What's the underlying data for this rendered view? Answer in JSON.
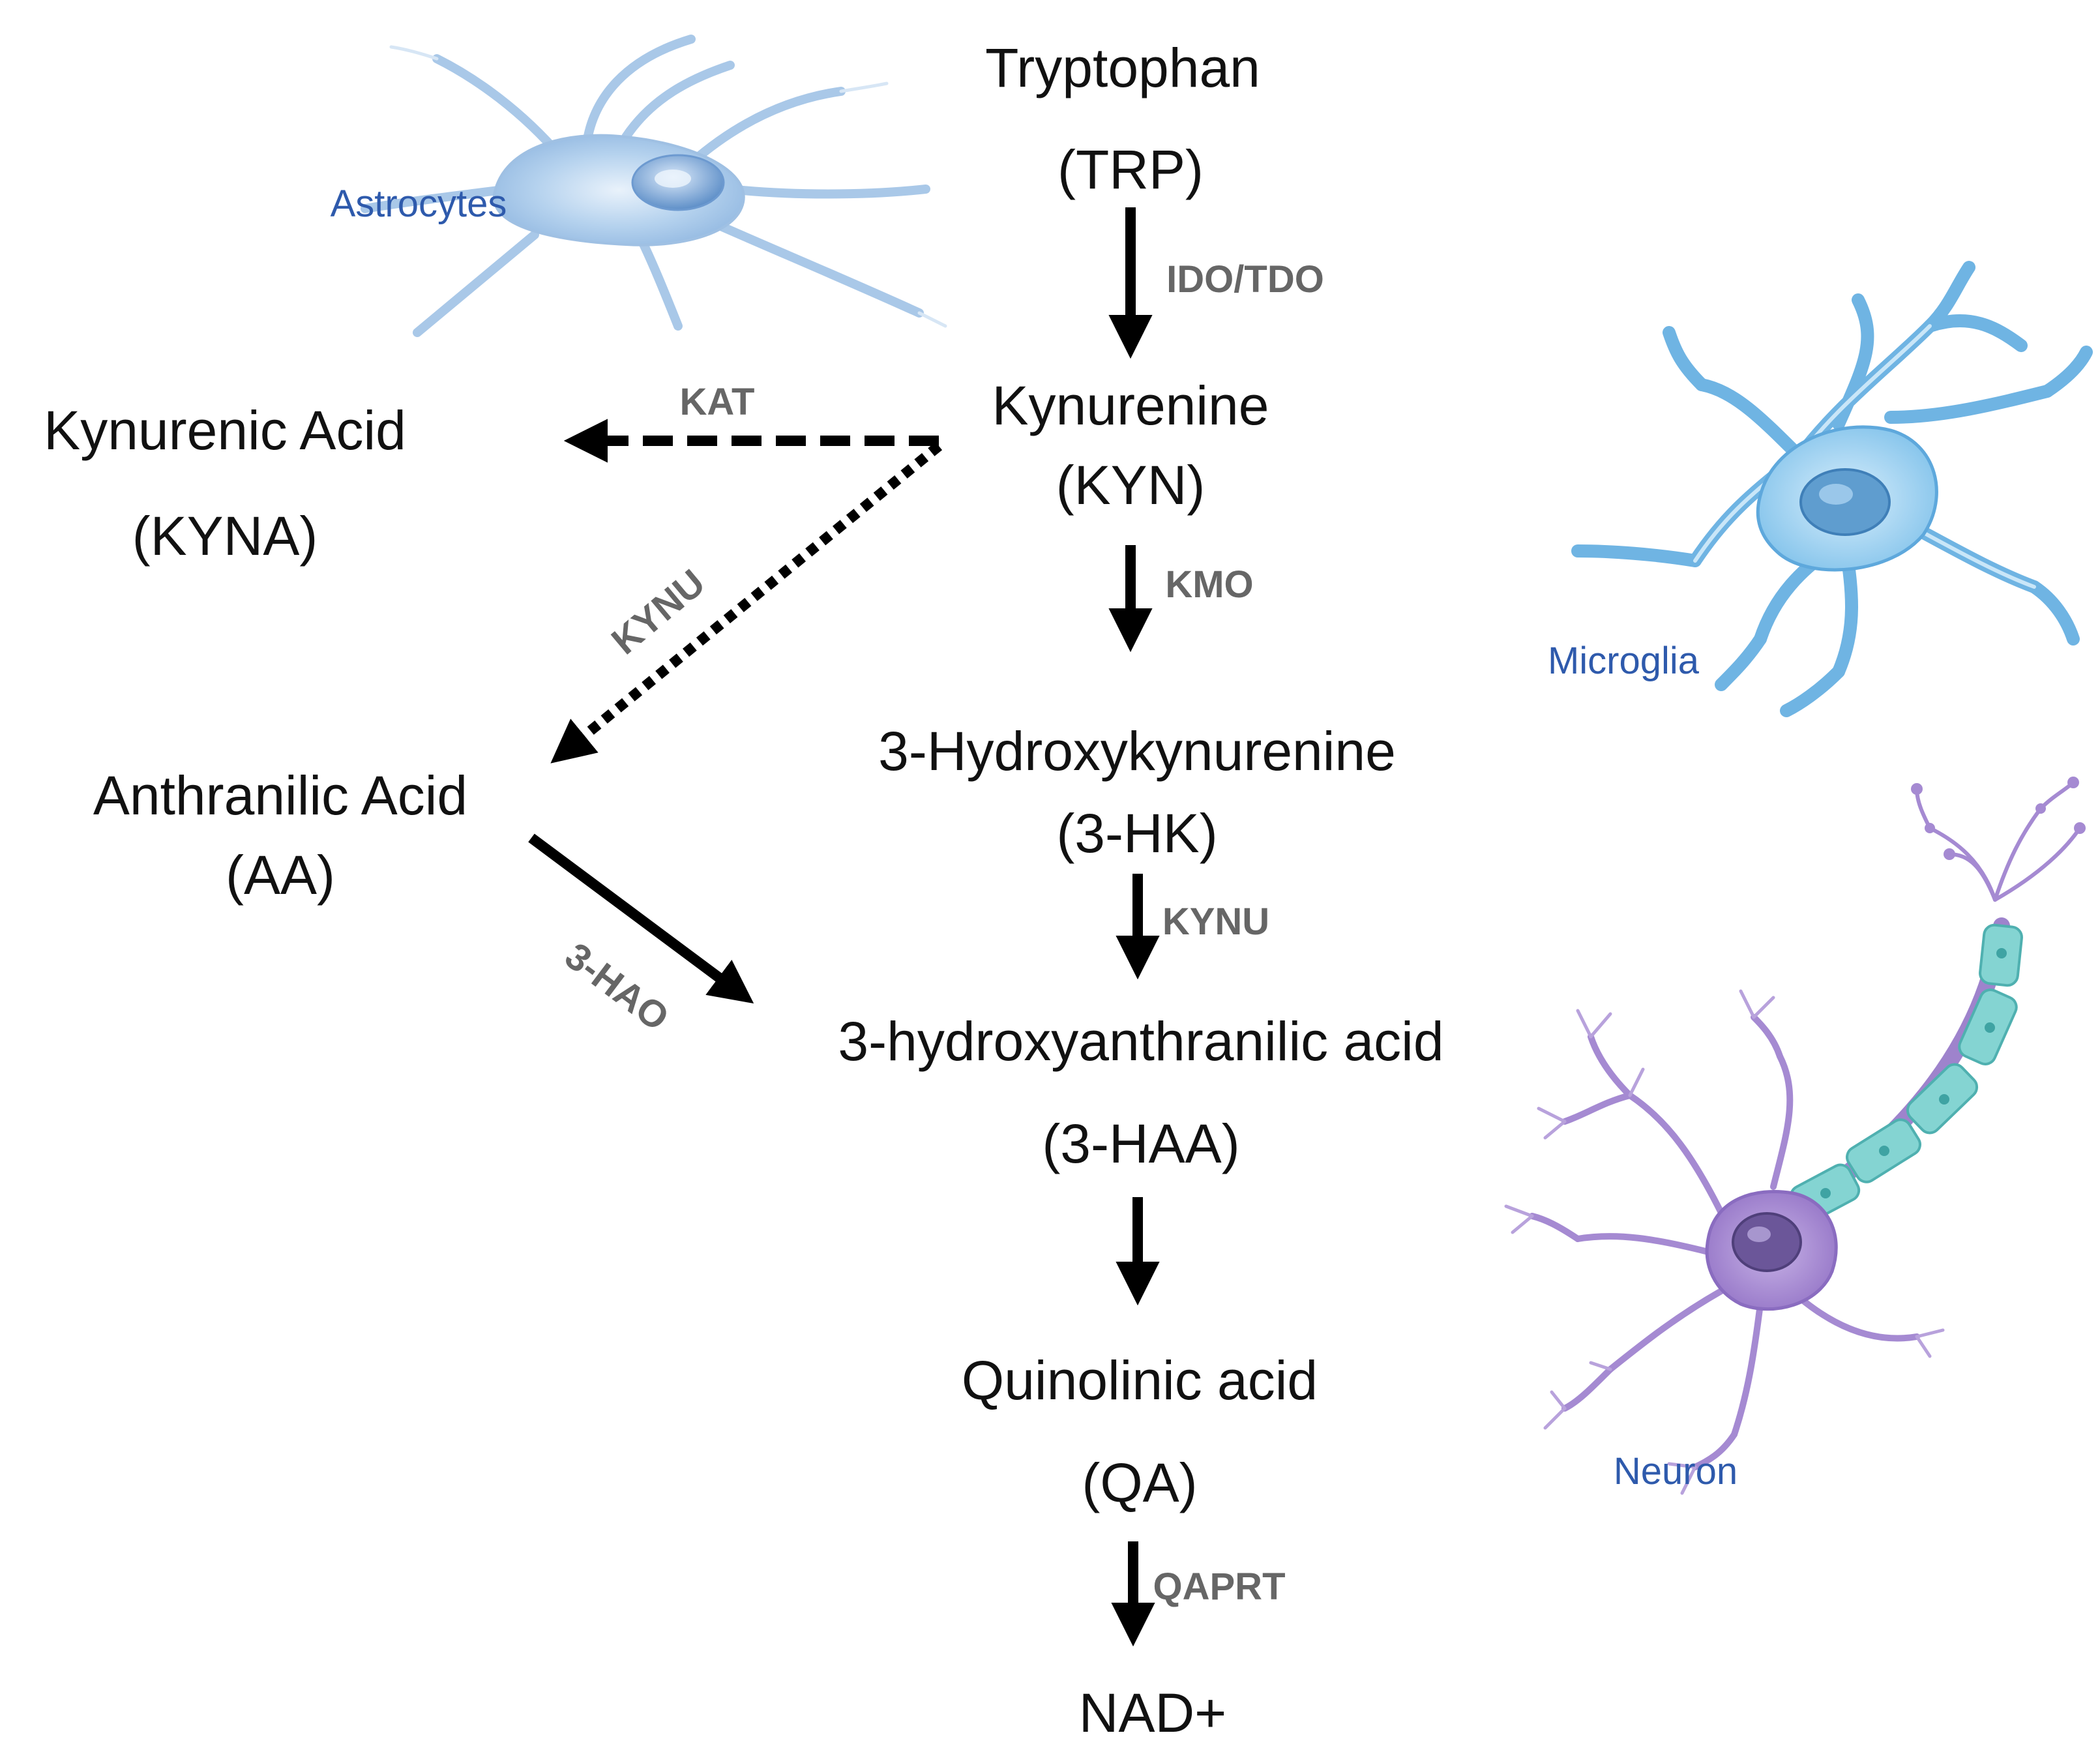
{
  "metabolites": {
    "trp_name": "Tryptophan",
    "trp_abbr": "(TRP)",
    "kyn_name": "Kynurenine",
    "kyn_abbr": "(KYN)",
    "kyna_name": "Kynurenic Acid",
    "kyna_abbr": "(KYNA)",
    "hk_name": "3-Hydroxykynurenine",
    "hk_abbr": "(3-HK)",
    "aa_name": "Anthranilic Acid",
    "aa_abbr": "(AA)",
    "haa_name": "3-hydroxyanthranilic acid",
    "haa_abbr": "(3-HAA)",
    "qa_name": "Quinolinic acid",
    "qa_abbr": "(QA)",
    "nad": "NAD+"
  },
  "enzymes": {
    "ido_tdo": "IDO/TDO",
    "kat": "KAT",
    "kynu_diag": "KYNU",
    "kmo": "KMO",
    "kynu": "KYNU",
    "hao": "3-HAO",
    "qaprt": "QAPRT"
  },
  "cells": {
    "astrocytes": "Astrocytes",
    "microglia": "Microglia",
    "neuron": "Neuron"
  },
  "colors": {
    "arrow": "#000000",
    "enzyme_text": "#666666",
    "cell_label": "#2E5AAC",
    "astrocyte_fill": "#9CC3E6",
    "microglia_fill": "#8FC9EE",
    "neuron_fill": "#A78BD0",
    "myelin_fill": "#7FD3D3"
  }
}
